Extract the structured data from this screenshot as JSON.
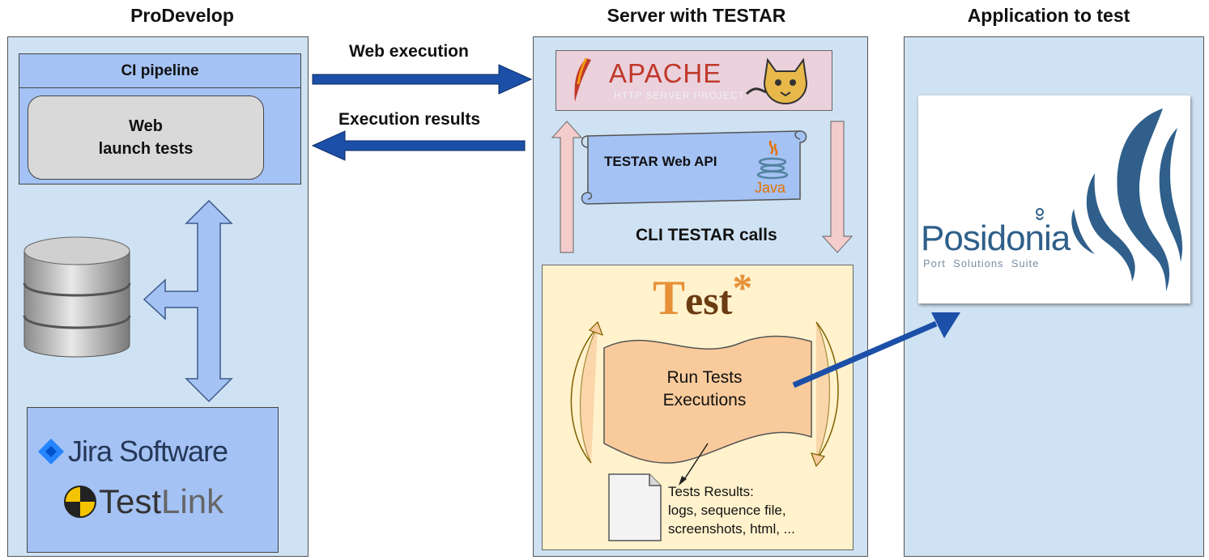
{
  "columns": {
    "left": "ProDevelop",
    "middle": "Server with TESTAR",
    "right": "Application to test"
  },
  "arrows": {
    "web_execution": "Web execution",
    "execution_results": "Execution results",
    "cli_calls": "CLI TESTAR calls"
  },
  "ci": {
    "header": "CI pipeline",
    "launch_line1": "Web",
    "launch_line2": "launch tests"
  },
  "tools": {
    "jira": "Jira Software",
    "testlink_a": "Test",
    "testlink_b": "Link"
  },
  "apache": {
    "name": "APACHE",
    "sub": "HTTP SERVER PROJECT"
  },
  "api": {
    "label": "TESTAR Web API",
    "java": "Java"
  },
  "testar": {
    "logo_t": "T",
    "logo_rest": "est",
    "logo_star": "*",
    "run_line1": "Run Tests",
    "run_line2": "Executions",
    "results_line1": "Tests Results:",
    "results_line2": "logs, sequence file,",
    "results_line3": "screenshots, html, ..."
  },
  "posidonia": {
    "name": "Posidonia",
    "tagline": "Port  Solutions  Suite"
  },
  "colors": {
    "panel_blue": "#cfe2f3",
    "ci_blue": "#a4c2f4",
    "arrow_blue": "#1c4fa8",
    "pink": "#f4cccc",
    "test_yellow": "#fff2cc",
    "run_orange": "#f9cb9c",
    "posidonia_blue": "#2f5f8a",
    "test_logo_orange": "#e69138"
  }
}
